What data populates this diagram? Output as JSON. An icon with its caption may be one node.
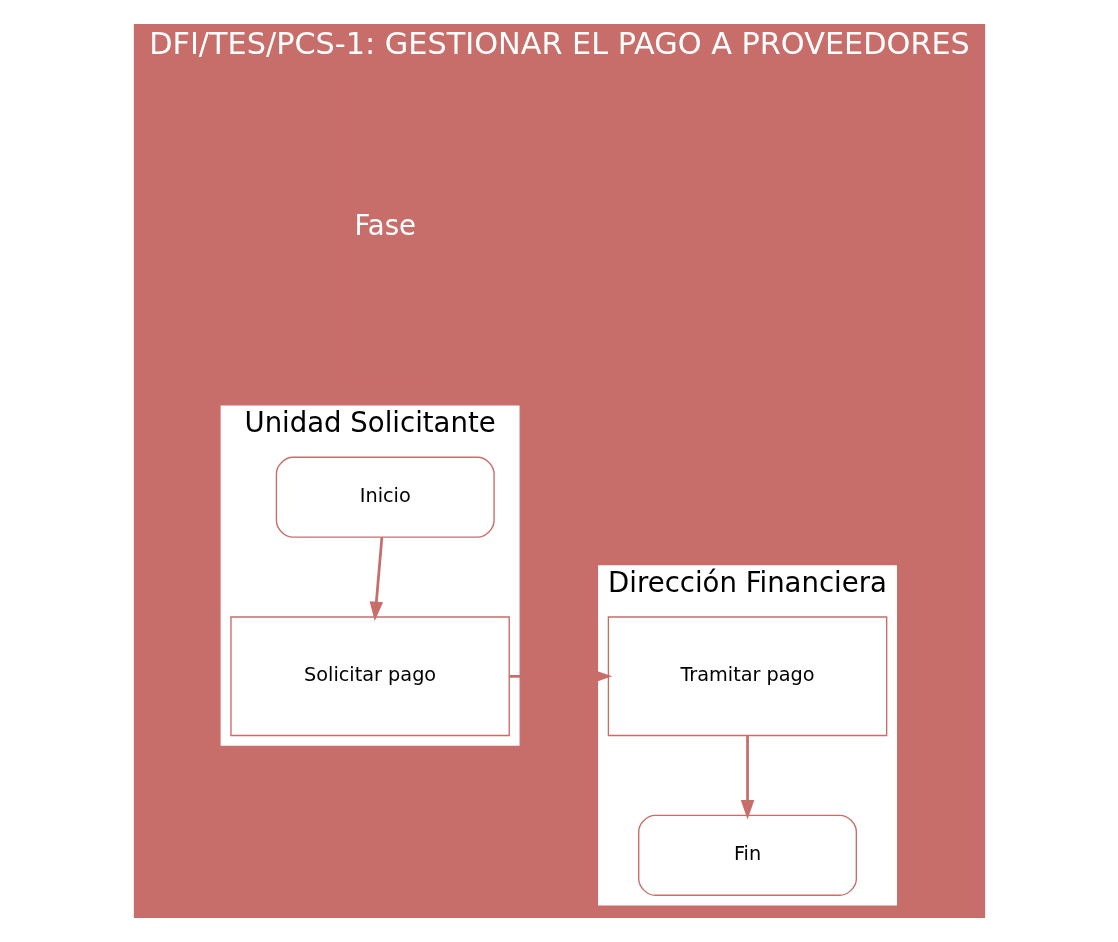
{
  "diagram": {
    "nodes": [
      {
        "text": [
          "DFI/TES/PCS-1: GESTIONAR EL PAGO A PROVEEDORES"
        ]
      },
      {
        "text": [
          "Fase"
        ],
        "in": 0
      },
      {
        "text": [
          "Unidad Solicitante"
        ],
        "in": 0
      },
      {
        "text": [
          "Dirección Financiera"
        ],
        "in": 0
      },
      {
        "text": [
          "Inicio"
        ],
        "in": 2
      },
      {
        "text": [
          "Solicitar pago"
        ],
        "in": 2
      },
      {
        "text": [
          "Tramitar pago"
        ],
        "in": 3
      },
      {
        "text": [
          "Fin"
        ],
        "in": 3
      }
    ],
    "edges": [
      {
        "from": 4,
        "to": 5,
        "arrow": "to"
      },
      {
        "from": 5,
        "to": 6,
        "arrow": "to"
      },
      {
        "from": 6,
        "to": 7,
        "arrow": "to"
      }
    ]
  }
}
